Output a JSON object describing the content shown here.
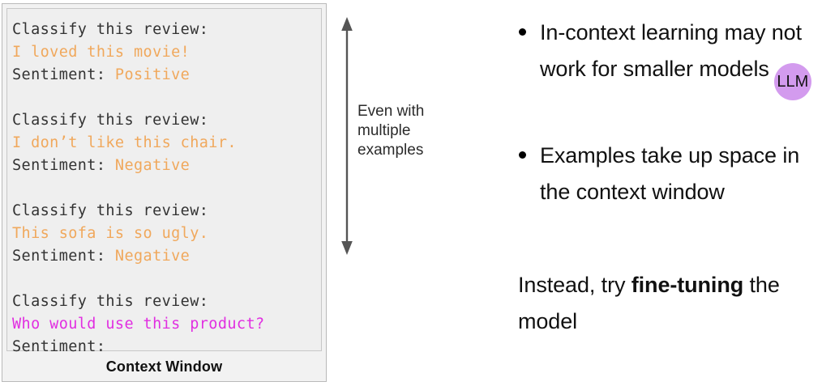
{
  "context_window": {
    "caption": "Context Window",
    "code_lines": [
      {
        "prompt": "Classify this review:",
        "example": "",
        "query": ""
      },
      {
        "prompt": "",
        "example": "I loved this movie!",
        "query": ""
      },
      {
        "prompt": "Sentiment: ",
        "example": "Positive",
        "query": ""
      },
      {
        "prompt": "",
        "example": "",
        "query": ""
      },
      {
        "prompt": "Classify this review:",
        "example": "",
        "query": ""
      },
      {
        "prompt": "",
        "example": "I don’t like this chair.",
        "query": ""
      },
      {
        "prompt": "Sentiment: ",
        "example": "Negative",
        "query": ""
      },
      {
        "prompt": "",
        "example": "",
        "query": ""
      },
      {
        "prompt": "Classify this review:",
        "example": "",
        "query": ""
      },
      {
        "prompt": "",
        "example": "This sofa is so ugly.",
        "query": ""
      },
      {
        "prompt": "Sentiment: ",
        "example": "Negative",
        "query": ""
      },
      {
        "prompt": "",
        "example": "",
        "query": ""
      },
      {
        "prompt": "Classify this review:",
        "example": "",
        "query": ""
      },
      {
        "prompt": "",
        "example": "",
        "query": "Who would use this product?"
      },
      {
        "prompt": "Sentiment:",
        "example": "",
        "query": ""
      }
    ]
  },
  "span_annotation": {
    "text": "Even with multiple examples",
    "arrow_icon": "double-headed-vertical-arrow"
  },
  "notes": {
    "bullets": [
      {
        "text": "In-context learning may not work for smaller models",
        "badge": "LLM"
      },
      {
        "text": "Examples take up space in the context window",
        "badge": ""
      }
    ],
    "closing": {
      "before": "Instead, try ",
      "emphasis": "fine-tuning",
      "after": " the model"
    }
  },
  "colors": {
    "example_text": "#f0a85c",
    "query_text": "#e12fe1",
    "prompt_text": "#333333",
    "badge_fill": "#d39bee",
    "arrow": "#555555",
    "panel_background": "#f2f2f2"
  }
}
